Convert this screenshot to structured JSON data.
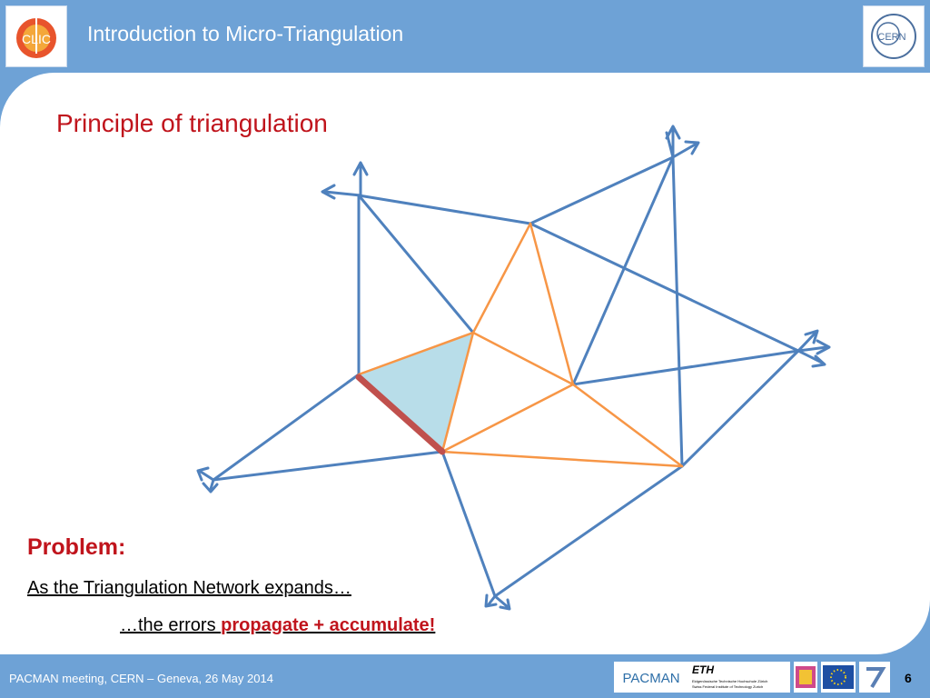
{
  "header": {
    "title": "Introduction to Micro-Triangulation",
    "left_logo": "CLIC",
    "right_logo": "CERN"
  },
  "slide": {
    "subtitle": "Principle of triangulation",
    "problem_heading": "Problem:",
    "problem_line1": "As the Triangulation Network expands…",
    "problem_line2_prefix": "…the errors ",
    "problem_line2_emphasis": "propagate + accumulate!"
  },
  "footer": {
    "text": "PACMAN meeting, CERN – Geneva, 26 May 2014",
    "page_number": "6",
    "logos": {
      "pacman": "PACMAN",
      "eth": "ETH",
      "eth_sub1": "Eidgenössische Technische Hochschule Zürich",
      "eth_sub2": "Swiss Federal Institute of Technology Zurich"
    }
  },
  "colors": {
    "header": "#6ea2d6",
    "title_red": "#c0141c",
    "network_blue": "#4f81bd",
    "network_orange": "#f79646",
    "highlight_fill": "#b8dde9",
    "baseline_red": "#c0504d"
  }
}
